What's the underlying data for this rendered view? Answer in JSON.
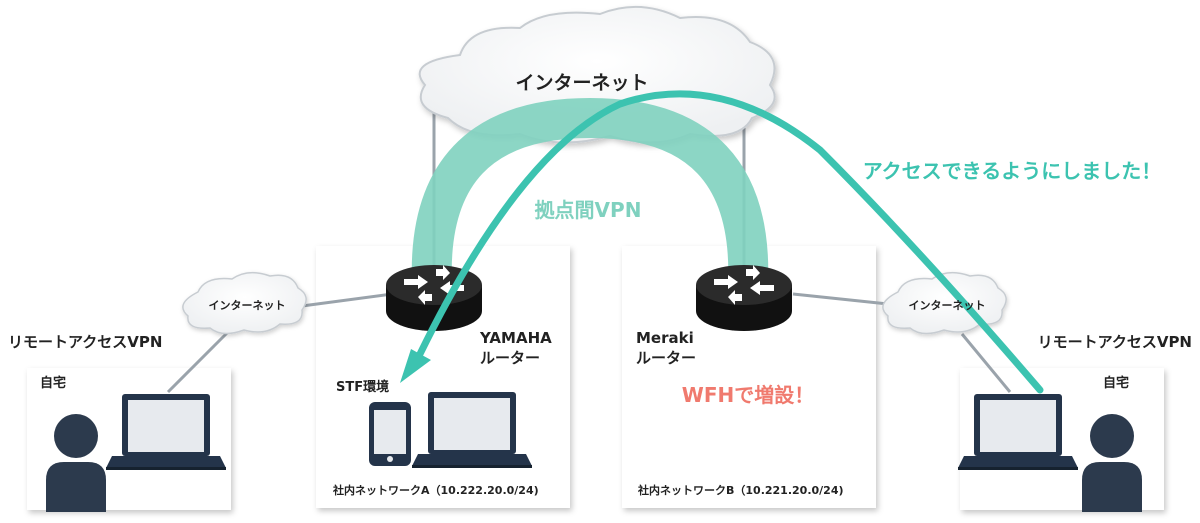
{
  "labels": {
    "internet_main": "インターネット",
    "internet_left": "インターネット",
    "internet_right": "インターネット",
    "vpn_label": "拠点間VPN",
    "access_msg": "アクセスできるようにしました！",
    "remote_left": "リモートアクセスVPN",
    "remote_right": "リモートアクセスVPN",
    "home_left": "自宅",
    "home_right": "自宅",
    "yamaha_line1": "YAMAHA",
    "yamaha_line2": "ルーター",
    "meraki_line1": "Meraki",
    "meraki_line2": "ルーター",
    "stf": "STF環境",
    "wfh": "WFHで増設！",
    "network_a": "社内ネットワークA（10.222.20.0/24)",
    "network_b": "社内ネットワークB（10.221.20.0/24)"
  },
  "colors": {
    "teal": "#3cc3b0",
    "teal_soft": "#7fd1bf",
    "wfh_red": "#f07a6e",
    "dark_text": "#222222",
    "router_body": "#1f1f1f",
    "person": "#2c3a4d",
    "line_gray": "#9aa3ab"
  },
  "icons": {
    "routers": "router-icon",
    "laptops": "laptop-icon",
    "smartphone": "smartphone-icon",
    "people": "person-icon",
    "clouds": "cloud-icon"
  }
}
